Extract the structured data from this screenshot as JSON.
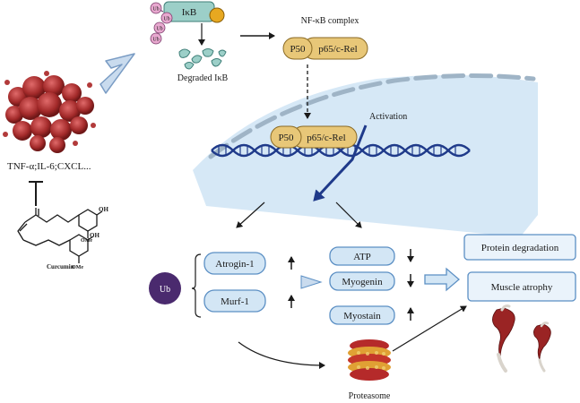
{
  "cytokines": {
    "label": "TNF-α;IL-6;CXCL..."
  },
  "curcumin": {
    "name": "Curcumin",
    "oh_top": "OH",
    "ome_top": "OMe",
    "oh_bottom": "OH",
    "ome_bottom": "OMe"
  },
  "ikb": {
    "label": "IκB",
    "ub_tags": [
      "Ub",
      "Ub",
      "Ub",
      "Ub"
    ],
    "degraded_label": "Degraded IκB"
  },
  "nfkb_complex": {
    "title": "NF-κB complex",
    "p50": "P50",
    "p65": "p65/c-Rel"
  },
  "nucleus": {
    "activation_label": "Activation",
    "p50": "P50",
    "p65": "p65/c-Rel"
  },
  "ubiquitin": {
    "label": "Ub"
  },
  "e3_ligases": {
    "items": [
      "Atrogin-1",
      "Murf-1"
    ],
    "direction": [
      "up",
      "up"
    ]
  },
  "markers": {
    "items": [
      "ATP",
      "Myogenin",
      "Myostain"
    ],
    "direction": [
      "down",
      "down",
      "up"
    ]
  },
  "outcomes": {
    "items": [
      "Protein degradation",
      "Muscle atrophy"
    ]
  },
  "proteasome": {
    "label": "Proteasome"
  },
  "colors": {
    "nucleus_fill": "#cfe4f4",
    "box_fill": "#d3e6f5",
    "box_stroke": "#5b8fc4",
    "nfkb_fill": "#e8c778",
    "nfkb_stroke": "#8a6a24",
    "ub_fill": "#e8a8cf",
    "ub_dark": "#4a2a6e",
    "dna": "#1f3a8a",
    "tumor": "#b23a3a",
    "arrow_blue": "#8fb4dd"
  }
}
